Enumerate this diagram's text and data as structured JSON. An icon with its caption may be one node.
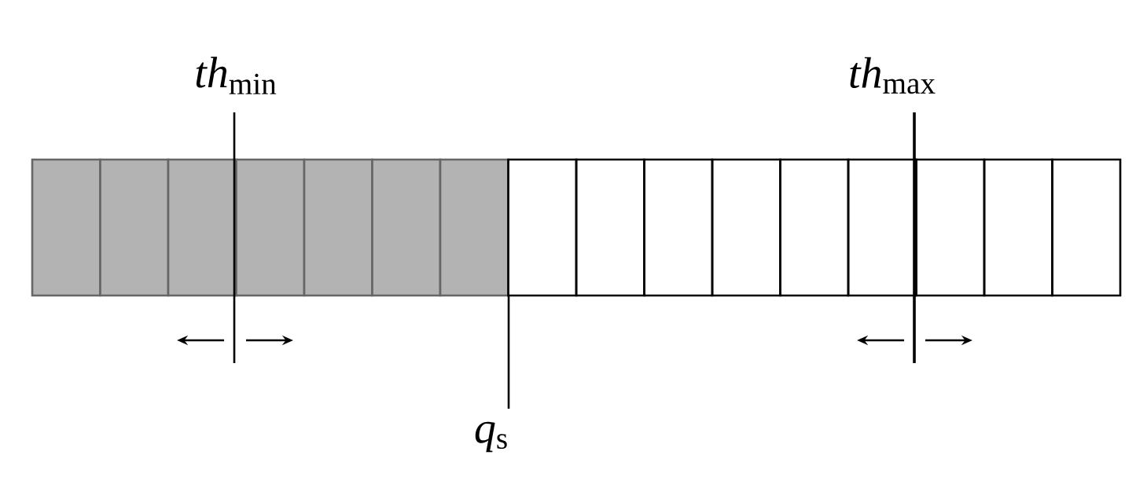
{
  "diagram": {
    "labels": [
      "*th*$_{min}$",
      "*th*$_{max}$",
      "*q*$_{s}$"
    ]
  }
}
